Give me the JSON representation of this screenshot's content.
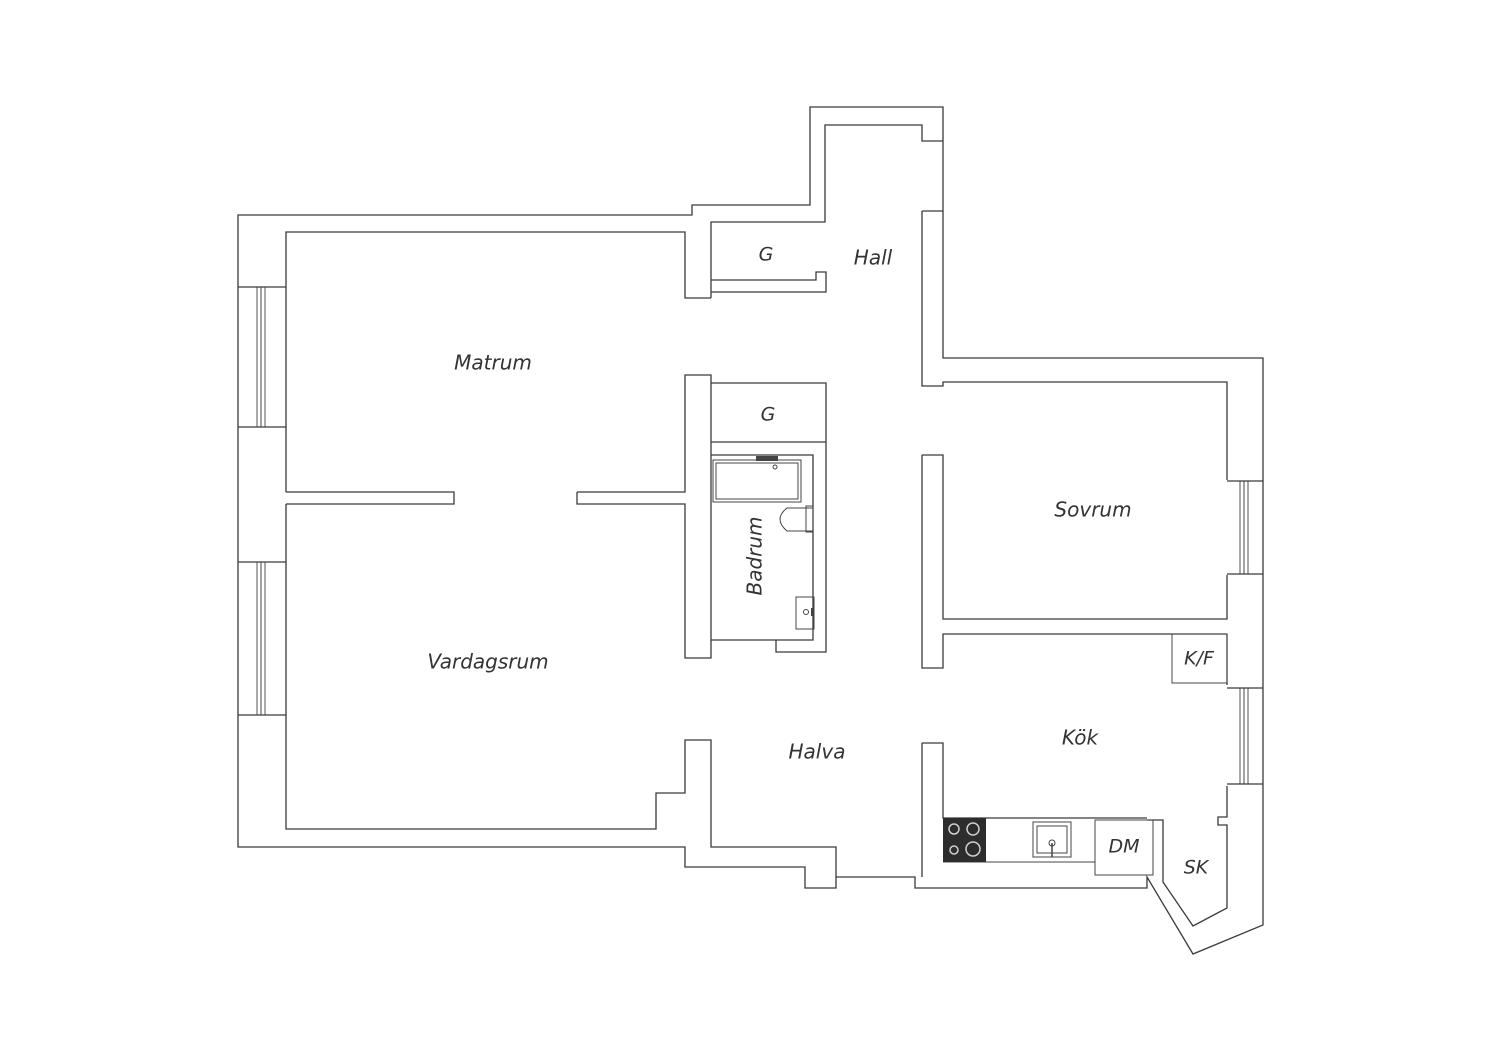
{
  "rooms": {
    "hall": "Hall",
    "closet_top": "G",
    "dining": "Matrum",
    "closet_mid": "G",
    "bathroom": "Badrum",
    "bedroom": "Sovrum",
    "living": "Vardagsrum",
    "half_room": "Halva",
    "kitchen": "Kök",
    "fridge_freezer": "K/F",
    "dishwasher": "DM",
    "cupboard": "SK"
  },
  "colors": {
    "wall": "#3a3a3a",
    "stove": "#2d2d2d",
    "label": "#333333"
  }
}
